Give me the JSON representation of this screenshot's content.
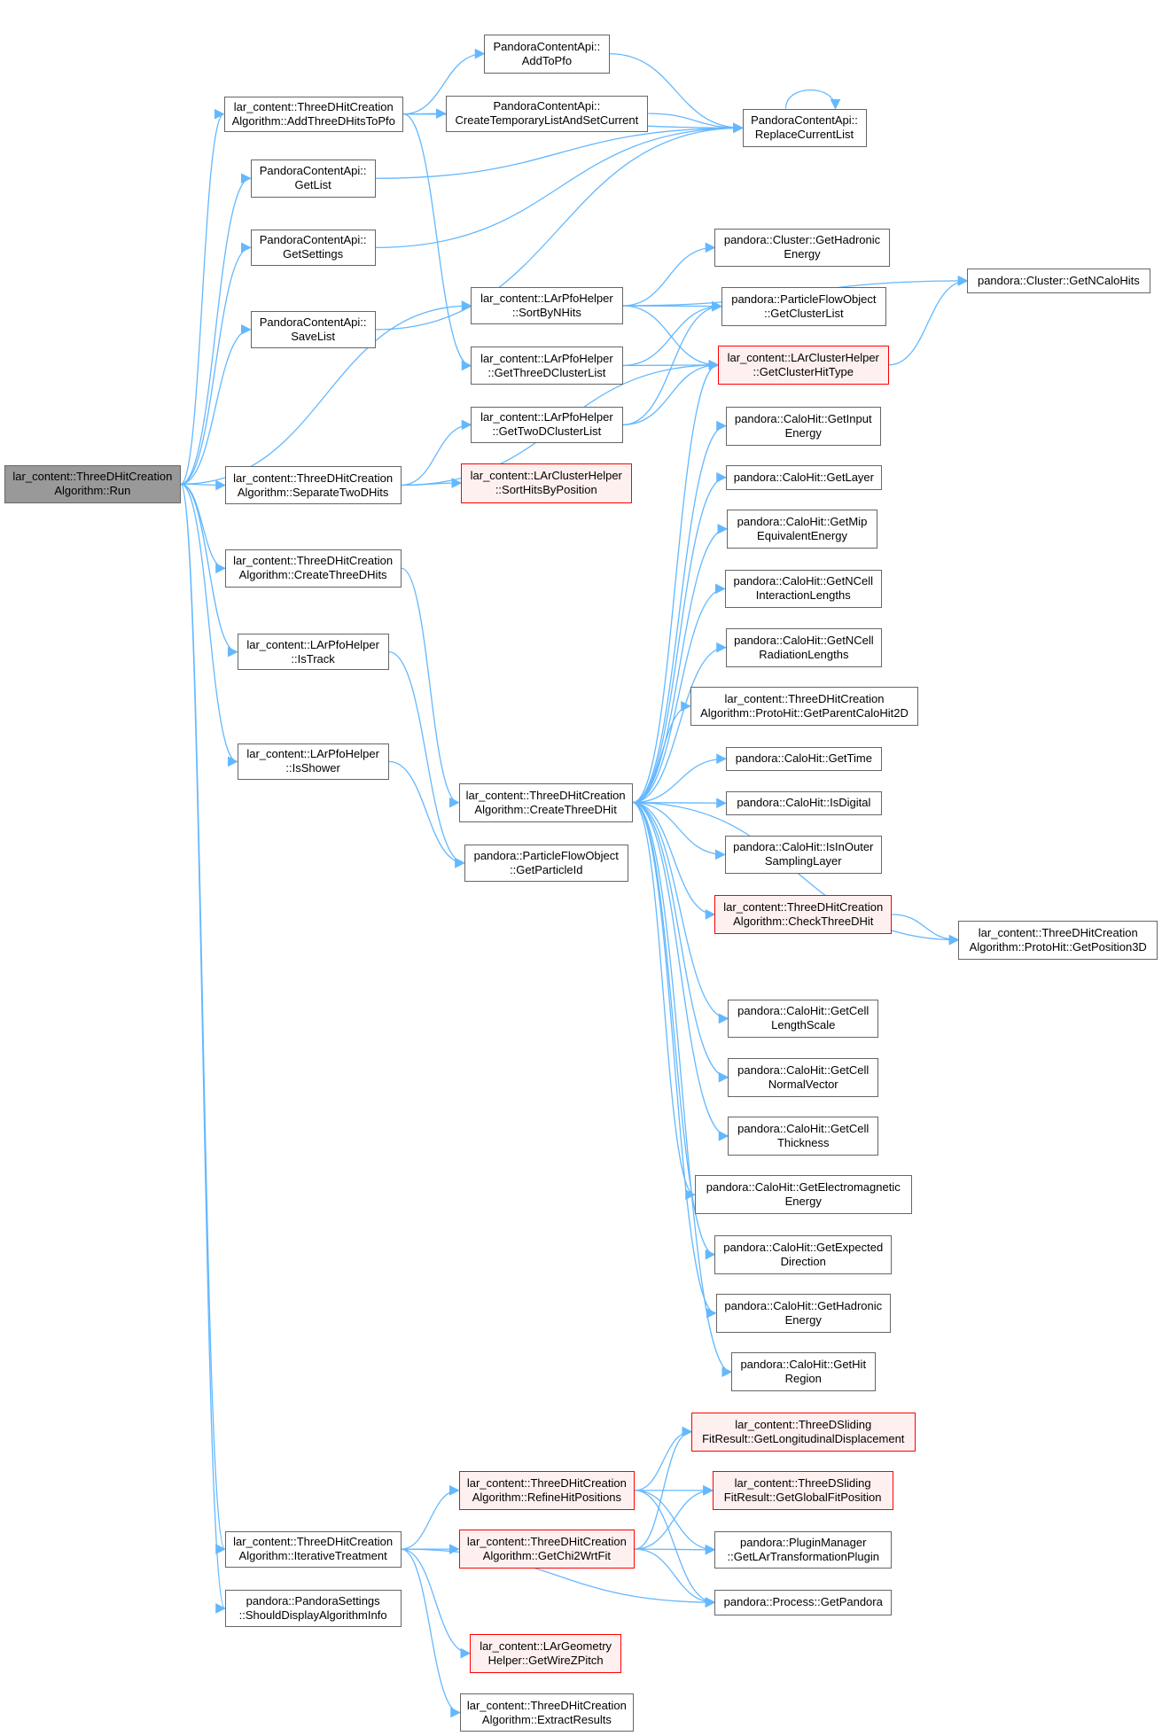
{
  "diagram": {
    "edge_color": "#63b8ff",
    "nodes": [
      {
        "id": "run",
        "lines": [
          "lar_content::ThreeDHitCreation",
          "Algorithm::Run"
        ],
        "style": "root"
      },
      {
        "id": "addThreeDHitsToPfo",
        "lines": [
          "lar_content::ThreeDHitCreation",
          "Algorithm::AddThreeDHitsToPfo"
        ],
        "style": "normal"
      },
      {
        "id": "getList",
        "lines": [
          "PandoraContentApi::",
          "GetList"
        ],
        "style": "normal"
      },
      {
        "id": "getSettings",
        "lines": [
          "PandoraContentApi::",
          "GetSettings"
        ],
        "style": "normal"
      },
      {
        "id": "saveList",
        "lines": [
          "PandoraContentApi::",
          "SaveList"
        ],
        "style": "normal"
      },
      {
        "id": "separateTwoDHits",
        "lines": [
          "lar_content::ThreeDHitCreation",
          "Algorithm::SeparateTwoDHits"
        ],
        "style": "normal"
      },
      {
        "id": "createThreeDHits",
        "lines": [
          "lar_content::ThreeDHitCreation",
          "Algorithm::CreateThreeDHits"
        ],
        "style": "normal"
      },
      {
        "id": "isTrack",
        "lines": [
          "lar_content::LArPfoHelper",
          "::IsTrack"
        ],
        "style": "normal"
      },
      {
        "id": "isShower",
        "lines": [
          "lar_content::LArPfoHelper",
          "::IsShower"
        ],
        "style": "normal"
      },
      {
        "id": "iterativeTreatment",
        "lines": [
          "lar_content::ThreeDHitCreation",
          "Algorithm::IterativeTreatment"
        ],
        "style": "normal"
      },
      {
        "id": "shouldDisplay",
        "lines": [
          "pandora::PandoraSettings",
          "::ShouldDisplayAlgorithmInfo"
        ],
        "style": "normal"
      },
      {
        "id": "addToPfo",
        "lines": [
          "PandoraContentApi::",
          "AddToPfo"
        ],
        "style": "normal"
      },
      {
        "id": "createTempList",
        "lines": [
          "PandoraContentApi::",
          "CreateTemporaryListAndSetCurrent"
        ],
        "style": "normal"
      },
      {
        "id": "sortByNHits",
        "lines": [
          "lar_content::LArPfoHelper",
          "::SortByNHits"
        ],
        "style": "normal"
      },
      {
        "id": "getThreeDClusterList",
        "lines": [
          "lar_content::LArPfoHelper",
          "::GetThreeDClusterList"
        ],
        "style": "normal"
      },
      {
        "id": "getTwoDClusterList",
        "lines": [
          "lar_content::LArPfoHelper",
          "::GetTwoDClusterList"
        ],
        "style": "normal"
      },
      {
        "id": "sortHitsByPosition",
        "lines": [
          "lar_content::LArClusterHelper",
          "::SortHitsByPosition"
        ],
        "style": "red"
      },
      {
        "id": "createThreeDHit",
        "lines": [
          "lar_content::ThreeDHitCreation",
          "Algorithm::CreateThreeDHit"
        ],
        "style": "normal"
      },
      {
        "id": "getParticleId",
        "lines": [
          "pandora::ParticleFlowObject",
          "::GetParticleId"
        ],
        "style": "normal"
      },
      {
        "id": "refineHitPositions",
        "lines": [
          "lar_content::ThreeDHitCreation",
          "Algorithm::RefineHitPositions"
        ],
        "style": "red"
      },
      {
        "id": "getChi2WrtFit",
        "lines": [
          "lar_content::ThreeDHitCreation",
          "Algorithm::GetChi2WrtFit"
        ],
        "style": "red"
      },
      {
        "id": "getWireZPitch",
        "lines": [
          "lar_content::LArGeometry",
          "Helper::GetWireZPitch"
        ],
        "style": "red"
      },
      {
        "id": "extractResults",
        "lines": [
          "lar_content::ThreeDHitCreation",
          "Algorithm::ExtractResults"
        ],
        "style": "normal"
      },
      {
        "id": "replaceCurrentList",
        "lines": [
          "PandoraContentApi::",
          "ReplaceCurrentList"
        ],
        "style": "normal"
      },
      {
        "id": "clusterGetHadronicEnergy",
        "lines": [
          "pandora::Cluster::GetHadronic",
          "Energy"
        ],
        "style": "normal"
      },
      {
        "id": "getClusterList",
        "lines": [
          "pandora::ParticleFlowObject",
          "::GetClusterList"
        ],
        "style": "normal"
      },
      {
        "id": "getClusterHitType",
        "lines": [
          "lar_content::LArClusterHelper",
          "::GetClusterHitType"
        ],
        "style": "red"
      },
      {
        "id": "getInputEnergy",
        "lines": [
          "pandora::CaloHit::GetInput",
          "Energy"
        ],
        "style": "normal"
      },
      {
        "id": "getLayer",
        "lines": [
          "pandora::CaloHit::GetLayer"
        ],
        "style": "normal"
      },
      {
        "id": "getMipEquivalentEnergy",
        "lines": [
          "pandora::CaloHit::GetMip",
          "EquivalentEnergy"
        ],
        "style": "normal"
      },
      {
        "id": "getNCellInteractionLengths",
        "lines": [
          "pandora::CaloHit::GetNCell",
          "InteractionLengths"
        ],
        "style": "normal"
      },
      {
        "id": "getNCellRadiationLengths",
        "lines": [
          "pandora::CaloHit::GetNCell",
          "RadiationLengths"
        ],
        "style": "normal"
      },
      {
        "id": "getParentCaloHit2D",
        "lines": [
          "lar_content::ThreeDHitCreation",
          "Algorithm::ProtoHit::GetParentCaloHit2D"
        ],
        "style": "normal"
      },
      {
        "id": "getTime",
        "lines": [
          "pandora::CaloHit::GetTime"
        ],
        "style": "normal"
      },
      {
        "id": "isDigital",
        "lines": [
          "pandora::CaloHit::IsDigital"
        ],
        "style": "normal"
      },
      {
        "id": "isInOuterSamplingLayer",
        "lines": [
          "pandora::CaloHit::IsInOuter",
          "SamplingLayer"
        ],
        "style": "normal"
      },
      {
        "id": "checkThreeDHit",
        "lines": [
          "lar_content::ThreeDHitCreation",
          "Algorithm::CheckThreeDHit"
        ],
        "style": "red"
      },
      {
        "id": "getCellLengthScale",
        "lines": [
          "pandora::CaloHit::GetCell",
          "LengthScale"
        ],
        "style": "normal"
      },
      {
        "id": "getCellNormalVector",
        "lines": [
          "pandora::CaloHit::GetCell",
          "NormalVector"
        ],
        "style": "normal"
      },
      {
        "id": "getCellThickness",
        "lines": [
          "pandora::CaloHit::GetCell",
          "Thickness"
        ],
        "style": "normal"
      },
      {
        "id": "getElectromagneticEnergy",
        "lines": [
          "pandora::CaloHit::GetElectromagnetic",
          "Energy"
        ],
        "style": "normal"
      },
      {
        "id": "getExpectedDirection",
        "lines": [
          "pandora::CaloHit::GetExpected",
          "Direction"
        ],
        "style": "normal"
      },
      {
        "id": "caloGetHadronicEnergy",
        "lines": [
          "pandora::CaloHit::GetHadronic",
          "Energy"
        ],
        "style": "normal"
      },
      {
        "id": "getHitRegion",
        "lines": [
          "pandora::CaloHit::GetHit",
          "Region"
        ],
        "style": "normal"
      },
      {
        "id": "getLongitudinalDisplacement",
        "lines": [
          "lar_content::ThreeDSliding",
          "FitResult::GetLongitudinalDisplacement"
        ],
        "style": "red"
      },
      {
        "id": "getGlobalFitPosition",
        "lines": [
          "lar_content::ThreeDSliding",
          "FitResult::GetGlobalFitPosition"
        ],
        "style": "red"
      },
      {
        "id": "getLArTransformationPlugin",
        "lines": [
          "pandora::PluginManager",
          "::GetLArTransformationPlugin"
        ],
        "style": "normal"
      },
      {
        "id": "getPandora",
        "lines": [
          "pandora::Process::GetPandora"
        ],
        "style": "normal"
      },
      {
        "id": "getNCaloHits",
        "lines": [
          "pandora::Cluster::GetNCaloHits"
        ],
        "style": "normal"
      },
      {
        "id": "getPosition3D",
        "lines": [
          "lar_content::ThreeDHitCreation",
          "Algorithm::ProtoHit::GetPosition3D"
        ],
        "style": "normal"
      }
    ],
    "edges": [
      [
        "run",
        "addThreeDHitsToPfo"
      ],
      [
        "run",
        "getList"
      ],
      [
        "run",
        "getSettings"
      ],
      [
        "run",
        "saveList"
      ],
      [
        "run",
        "sortByNHits"
      ],
      [
        "run",
        "separateTwoDHits"
      ],
      [
        "run",
        "createThreeDHits"
      ],
      [
        "run",
        "isTrack"
      ],
      [
        "run",
        "isShower"
      ],
      [
        "run",
        "iterativeTreatment"
      ],
      [
        "run",
        "shouldDisplay"
      ],
      [
        "addThreeDHitsToPfo",
        "addToPfo"
      ],
      [
        "addThreeDHitsToPfo",
        "createTempList"
      ],
      [
        "addThreeDHitsToPfo",
        "replaceCurrentList"
      ],
      [
        "addThreeDHitsToPfo",
        "getThreeDClusterList"
      ],
      [
        "addToPfo",
        "replaceCurrentList"
      ],
      [
        "createTempList",
        "replaceCurrentList"
      ],
      [
        "replaceCurrentList",
        "replaceCurrentList"
      ],
      [
        "getList",
        "replaceCurrentList"
      ],
      [
        "getSettings",
        "replaceCurrentList"
      ],
      [
        "saveList",
        "replaceCurrentList"
      ],
      [
        "sortByNHits",
        "clusterGetHadronicEnergy"
      ],
      [
        "sortByNHits",
        "getNCaloHits"
      ],
      [
        "sortByNHits",
        "getClusterList"
      ],
      [
        "sortByNHits",
        "getClusterHitType"
      ],
      [
        "getThreeDClusterList",
        "getClusterList"
      ],
      [
        "getThreeDClusterList",
        "getClusterHitType"
      ],
      [
        "getTwoDClusterList",
        "getClusterList"
      ],
      [
        "getTwoDClusterList",
        "getClusterHitType"
      ],
      [
        "getClusterHitType",
        "getNCaloHits"
      ],
      [
        "separateTwoDHits",
        "getTwoDClusterList"
      ],
      [
        "separateTwoDHits",
        "sortHitsByPosition"
      ],
      [
        "separateTwoDHits",
        "getClusterHitType"
      ],
      [
        "createThreeDHits",
        "createThreeDHit"
      ],
      [
        "isTrack",
        "getParticleId"
      ],
      [
        "isShower",
        "getParticleId"
      ],
      [
        "createThreeDHit",
        "getClusterHitType"
      ],
      [
        "createThreeDHit",
        "getInputEnergy"
      ],
      [
        "createThreeDHit",
        "getLayer"
      ],
      [
        "createThreeDHit",
        "getMipEquivalentEnergy"
      ],
      [
        "createThreeDHit",
        "getNCellInteractionLengths"
      ],
      [
        "createThreeDHit",
        "getNCellRadiationLengths"
      ],
      [
        "createThreeDHit",
        "getParentCaloHit2D"
      ],
      [
        "createThreeDHit",
        "getTime"
      ],
      [
        "createThreeDHit",
        "isDigital"
      ],
      [
        "createThreeDHit",
        "isInOuterSamplingLayer"
      ],
      [
        "createThreeDHit",
        "checkThreeDHit"
      ],
      [
        "createThreeDHit",
        "getPosition3D"
      ],
      [
        "createThreeDHit",
        "getCellLengthScale"
      ],
      [
        "createThreeDHit",
        "getCellNormalVector"
      ],
      [
        "createThreeDHit",
        "getCellThickness"
      ],
      [
        "createThreeDHit",
        "getElectromagneticEnergy"
      ],
      [
        "createThreeDHit",
        "getExpectedDirection"
      ],
      [
        "createThreeDHit",
        "caloGetHadronicEnergy"
      ],
      [
        "createThreeDHit",
        "getHitRegion"
      ],
      [
        "checkThreeDHit",
        "getPosition3D"
      ],
      [
        "iterativeTreatment",
        "refineHitPositions"
      ],
      [
        "iterativeTreatment",
        "getChi2WrtFit"
      ],
      [
        "iterativeTreatment",
        "getPandora"
      ],
      [
        "iterativeTreatment",
        "getWireZPitch"
      ],
      [
        "iterativeTreatment",
        "extractResults"
      ],
      [
        "refineHitPositions",
        "getLongitudinalDisplacement"
      ],
      [
        "refineHitPositions",
        "getGlobalFitPosition"
      ],
      [
        "refineHitPositions",
        "getLArTransformationPlugin"
      ],
      [
        "refineHitPositions",
        "getPandora"
      ],
      [
        "getChi2WrtFit",
        "getLongitudinalDisplacement"
      ],
      [
        "getChi2WrtFit",
        "getGlobalFitPosition"
      ],
      [
        "getChi2WrtFit",
        "getLArTransformationPlugin"
      ],
      [
        "getChi2WrtFit",
        "getPandora"
      ]
    ]
  }
}
